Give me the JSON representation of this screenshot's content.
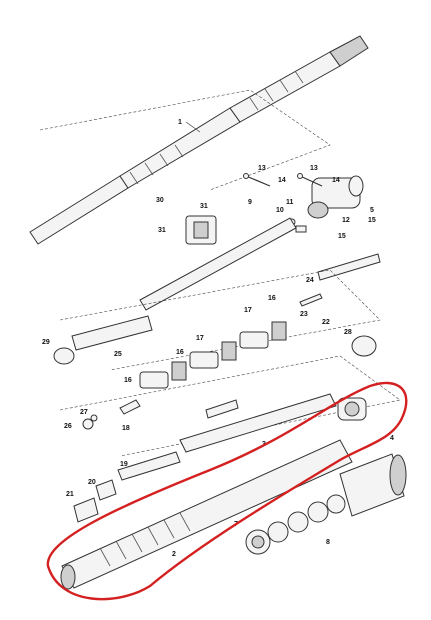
{
  "callouts": {
    "c1": "1",
    "c2": "2",
    "c3": "3",
    "c4": "4",
    "c5": "5",
    "c7": "7",
    "c8": "8",
    "c9": "9",
    "c10": "10",
    "c11": "11",
    "c12": "12",
    "c13a": "13",
    "c13b": "13",
    "c14a": "14",
    "c14b": "14",
    "c15a": "15",
    "c15b": "15",
    "c16a": "16",
    "c16b": "16",
    "c16c": "16",
    "c17a": "17",
    "c17b": "17",
    "c18": "18",
    "c19": "19",
    "c20": "20",
    "c21": "21",
    "c22": "22",
    "c23": "23",
    "c24": "24",
    "c25": "25",
    "c26": "26",
    "c27": "27",
    "c28": "28",
    "c29": "29",
    "c30": "30",
    "c31a": "31",
    "c31b": "31"
  },
  "colors": {
    "highlight": "#d42020",
    "line": "#333333",
    "fill": "#f4f4f4"
  }
}
